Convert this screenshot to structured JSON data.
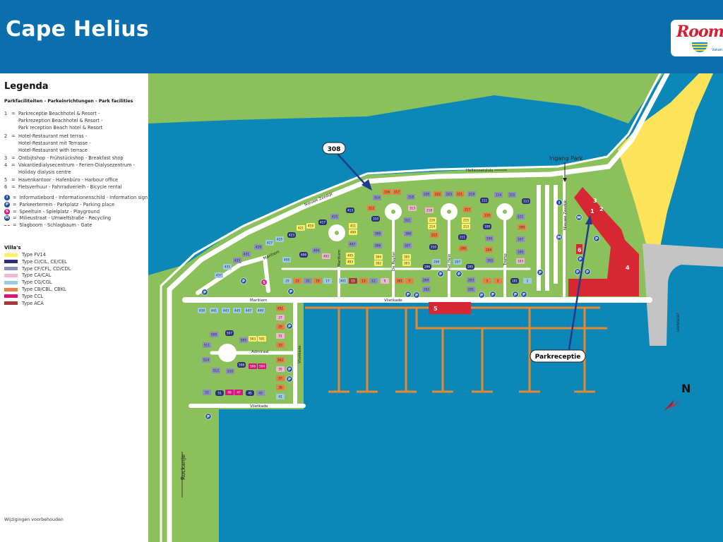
{
  "header": {
    "title": "Cape Helius",
    "logo_text": "Roompot",
    "logo_sub": "Vakan"
  },
  "legend": {
    "title": "Legenda",
    "facilities_heading": "Parkfaciliteiten - Parkeinrichtungen - Park facilities",
    "facilities": [
      {
        "number": "1",
        "lines": [
          "Parkreceptie Beachhotel & Resort -",
          "Parkrezeption Beachhotel & Resort -",
          "Park reception Beach hotel & Resort"
        ]
      },
      {
        "number": "2",
        "lines": [
          "Hotel-Restaurant met terras -",
          "Hotel-Restaurant mit Terrasse -",
          "Hotel-Restaurant with terrace"
        ]
      },
      {
        "number": "3",
        "lines": [
          "Ontbijtshop - Frühstückshop - Breakfast shop"
        ]
      },
      {
        "number": "4",
        "lines": [
          "Vakantiedialysecentrum - Ferien-Dialysezentrum -",
          "Holiday dialysis centre"
        ]
      },
      {
        "number": "5",
        "lines": [
          "Havenkantoor - Hafenbüro - Harbour office"
        ]
      },
      {
        "number": "6",
        "lines": [
          "Fietsverhuur - Fahrradverleih - Bicycle rental"
        ]
      }
    ],
    "symbols": [
      {
        "letter": "I",
        "color": "#1f4f9e",
        "label": "Informatiebord - Informationenschild - Information sign",
        "icon": "info-icon"
      },
      {
        "letter": "P",
        "color": "#1f4f9e",
        "label": "Parkeerterrein - Parkplatz - Parking place",
        "icon": "parking-icon"
      },
      {
        "letter": "S",
        "color": "#d8157f",
        "label": "Speeltuin - Spielplatz - Playground",
        "icon": "playground-icon"
      },
      {
        "letter": "M",
        "color": "#1f4f9e",
        "label": "Milieustraat - Umweltstraße - Recycling",
        "icon": "recycling-icon"
      },
      {
        "letter": "",
        "color": "#e03040",
        "label": "Slagboom - Schlagbaum - Gate",
        "icon": "gate-icon"
      }
    ],
    "villas_heading": "Villa's",
    "villa_types": [
      {
        "label": "Type FV14",
        "color": "#fff06a"
      },
      {
        "label": "Type CI/CIL, CE/CEL",
        "color": "#28307a"
      },
      {
        "label": "Type CF/CFL, CD/CDL",
        "color": "#8a8fc0"
      },
      {
        "label": "Type CA/CAL",
        "color": "#f0b8d0"
      },
      {
        "label": "Type CG/CGL",
        "color": "#9ccbe8"
      },
      {
        "label": "Type CB/CBL, CBKL",
        "color": "#e87f45"
      },
      {
        "label": "Type CCL",
        "color": "#d8157f"
      },
      {
        "label": "Type ACA",
        "color": "#a5383a"
      }
    ],
    "note": "Wijzigingen voorbehouden"
  },
  "map": {
    "colors": {
      "water": "#0b87b8",
      "land": "#8cc05a",
      "beach": "#fde35a",
      "road": "#ffffff",
      "pier": "#e8892f",
      "building": "#d62732",
      "callout": "#1f3c8c"
    },
    "callouts": {
      "villa": "308",
      "reception": "Parkreceptie"
    },
    "labels": {
      "entrance": "Ingang Park",
      "hellevoetsluis": "Hellevoetsluis",
      "nieuwe_zeedijk": "Nieuwe Zeedijk",
      "nieuwe_zeedijk_v": "Nieuwe Zeedijk",
      "maritiem_diag": "Maritiem",
      "maritiem_h": "Maritiem",
      "maritiem_v": "Maritiem",
      "vlietkade_top": "Vlietkade",
      "vlietkade_v": "Vlietkade",
      "vlietkade_bottom": "Vlietkade",
      "admiraal": "Admiraal",
      "de_ruyter": "De Ruyter",
      "piet_hein": "Piet Hein",
      "tromp": "Tromp",
      "rockanje": "Rockanje",
      "haringvliet": "HARINGVLIET",
      "north": "N"
    },
    "facility_numbers": [
      "1",
      "2",
      "3",
      "4",
      "5",
      "6"
    ],
    "villas": [
      {
        "n": "316",
        "t": 5
      },
      {
        "n": "317",
        "t": 5
      },
      {
        "n": "314",
        "t": 2
      },
      {
        "n": "318",
        "t": 2
      },
      {
        "n": "220",
        "t": 2
      },
      {
        "n": "222",
        "t": 5
      },
      {
        "n": "223",
        "t": 2
      },
      {
        "n": "221",
        "t": 5
      },
      {
        "n": "219",
        "t": 2
      },
      {
        "n": "114",
        "t": 2
      },
      {
        "n": "115",
        "t": 2
      },
      {
        "n": "112",
        "t": 1
      },
      {
        "n": "113",
        "t": 1
      },
      {
        "n": "312",
        "t": 5
      },
      {
        "n": "313",
        "t": 3
      },
      {
        "n": "218",
        "t": 3
      },
      {
        "n": "217",
        "t": 5
      },
      {
        "n": "310",
        "t": 1
      },
      {
        "n": "311",
        "t": 2
      },
      {
        "n": "216",
        "t": 0
      },
      {
        "n": "214",
        "t": 0
      },
      {
        "n": "215",
        "t": 0
      },
      {
        "n": "213",
        "t": 0
      },
      {
        "n": "110",
        "t": 5
      },
      {
        "n": "108",
        "t": 1
      },
      {
        "n": "111",
        "t": 2
      },
      {
        "n": "109",
        "t": 5
      },
      {
        "n": "411",
        "t": 0
      },
      {
        "n": "409",
        "t": 0
      },
      {
        "n": "308",
        "t": 2
      },
      {
        "n": "309",
        "t": 2
      },
      {
        "n": "212",
        "t": 5
      },
      {
        "n": "211",
        "t": 1
      },
      {
        "n": "106",
        "t": 2
      },
      {
        "n": "107",
        "t": 2
      },
      {
        "n": "407",
        "t": 2
      },
      {
        "n": "306",
        "t": 2
      },
      {
        "n": "307",
        "t": 2
      },
      {
        "n": "210",
        "t": 1
      },
      {
        "n": "209",
        "t": 5
      },
      {
        "n": "104",
        "t": 5
      },
      {
        "n": "105",
        "t": 2
      },
      {
        "n": "405",
        "t": 0
      },
      {
        "n": "403",
        "t": 0
      },
      {
        "n": "304",
        "t": 0
      },
      {
        "n": "302",
        "t": 0
      },
      {
        "n": "305",
        "t": 0
      },
      {
        "n": "303",
        "t": 0
      },
      {
        "n": "102",
        "t": 2
      },
      {
        "n": "103",
        "t": 3
      },
      {
        "n": "206",
        "t": 1
      },
      {
        "n": "208",
        "t": 4
      },
      {
        "n": "207",
        "t": 4
      },
      {
        "n": "205",
        "t": 1
      },
      {
        "n": "25",
        "t": 4
      },
      {
        "n": "23",
        "t": 5
      },
      {
        "n": "21",
        "t": 2
      },
      {
        "n": "19",
        "t": 5
      },
      {
        "n": "17",
        "t": 4
      },
      {
        "n": "401",
        "t": 4
      },
      {
        "n": "15",
        "t": 7
      },
      {
        "n": "13",
        "t": 5
      },
      {
        "n": "11",
        "t": 2
      },
      {
        "n": "9",
        "t": 3
      },
      {
        "n": "301",
        "t": 5
      },
      {
        "n": "7",
        "t": 5
      },
      {
        "n": "204",
        "t": 2
      },
      {
        "n": "203",
        "t": 2
      },
      {
        "n": "5",
        "t": 5
      },
      {
        "n": "3",
        "t": 5
      },
      {
        "n": "101",
        "t": 1
      },
      {
        "n": "1",
        "t": 4
      },
      {
        "n": "202",
        "t": 2
      },
      {
        "n": "201",
        "t": 2
      },
      {
        "n": "421",
        "t": 0
      },
      {
        "n": "419",
        "t": 0
      },
      {
        "n": "417",
        "t": 1
      },
      {
        "n": "415",
        "t": 2
      },
      {
        "n": "413",
        "t": 1
      },
      {
        "n": "423",
        "t": 1
      },
      {
        "n": "425",
        "t": 4
      },
      {
        "n": "427",
        "t": 4
      },
      {
        "n": "406",
        "t": 1
      },
      {
        "n": "404",
        "t": 2
      },
      {
        "n": "402",
        "t": 3
      },
      {
        "n": "408",
        "t": 4
      },
      {
        "n": "429",
        "t": 2
      },
      {
        "n": "431",
        "t": 2
      },
      {
        "n": "433",
        "t": 2
      },
      {
        "n": "435",
        "t": 4
      },
      {
        "n": "437",
        "t": 4
      },
      {
        "n": "439",
        "t": 4
      },
      {
        "n": "441",
        "t": 4
      },
      {
        "n": "443",
        "t": 4
      },
      {
        "n": "445",
        "t": 4
      },
      {
        "n": "447",
        "t": 4
      },
      {
        "n": "449",
        "t": 4
      },
      {
        "n": "451",
        "t": 5
      },
      {
        "n": "27",
        "t": 3
      },
      {
        "n": "29",
        "t": 5
      },
      {
        "n": "31",
        "t": 3
      },
      {
        "n": "33",
        "t": 5
      },
      {
        "n": "509",
        "t": 2
      },
      {
        "n": "507",
        "t": 1
      },
      {
        "n": "505",
        "t": 2
      },
      {
        "n": "503",
        "t": 0
      },
      {
        "n": "501",
        "t": 0
      },
      {
        "n": "511",
        "t": 2
      },
      {
        "n": "514",
        "t": 2
      },
      {
        "n": "512",
        "t": 2
      },
      {
        "n": "510",
        "t": 2
      },
      {
        "n": "508",
        "t": 1
      },
      {
        "n": "506",
        "t": 6
      },
      {
        "n": "504",
        "t": 6
      },
      {
        "n": "502",
        "t": 5
      },
      {
        "n": "35",
        "t": 3
      },
      {
        "n": "37",
        "t": 5
      },
      {
        "n": "39",
        "t": 5
      },
      {
        "n": "41",
        "t": 4
      },
      {
        "n": "53",
        "t": 2
      },
      {
        "n": "51",
        "t": 1
      },
      {
        "n": "49",
        "t": 6
      },
      {
        "n": "47",
        "t": 6
      },
      {
        "n": "45",
        "t": 1
      },
      {
        "n": "43",
        "t": 2
      }
    ],
    "markers": [
      "P",
      "P",
      "P",
      "P",
      "P",
      "P",
      "P",
      "P",
      "P",
      "P",
      "P",
      "P",
      "P",
      "P",
      "P",
      "P",
      "P",
      "S",
      "I",
      "M",
      "M",
      "P",
      "P",
      "P"
    ]
  }
}
